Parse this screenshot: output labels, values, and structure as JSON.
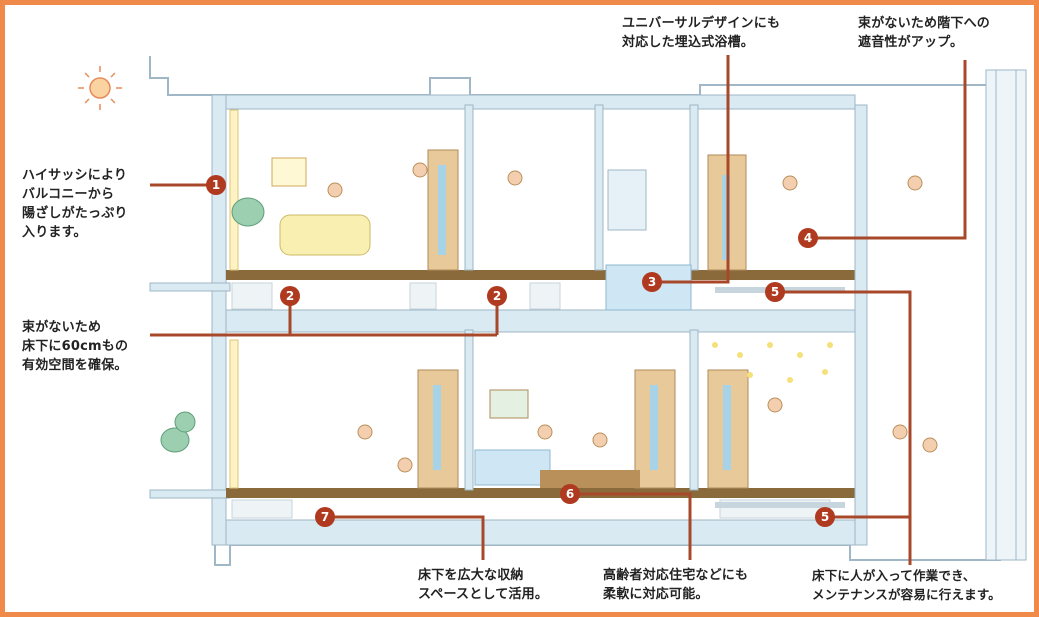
{
  "annotations": [
    {
      "id": "balcony-sunlight",
      "text": "ハイサッシにより\nバルコニーから\n陽ざしがたっぷり\n入ります。"
    },
    {
      "id": "underfloor-space",
      "text": "束がないため\n床下に60cmもの\n有効空間を確保。"
    },
    {
      "id": "universal-bath",
      "text": "ユニバーサルデザインにも\n対応した埋込式浴槽。"
    },
    {
      "id": "soundproof",
      "text": "束がないため階下への\n遮音性がアップ。"
    },
    {
      "id": "storage",
      "text": "床下を広大な収納\nスペースとして活用。"
    },
    {
      "id": "elderly-housing",
      "text": "高齢者対応住宅などにも\n柔軟に対応可能。"
    },
    {
      "id": "maintenance",
      "text": "床下に人が入って作業でき、\nメンテナンスが容易に行えます。"
    }
  ],
  "markers": [
    "1",
    "2",
    "2",
    "3",
    "4",
    "5",
    "5",
    "6",
    "7"
  ],
  "colors": {
    "frame": "#f08a4b",
    "leader": "#a8482a",
    "marker": "#b03a20",
    "wall": "#cfe3ef",
    "floor": "#8a6a3a"
  }
}
